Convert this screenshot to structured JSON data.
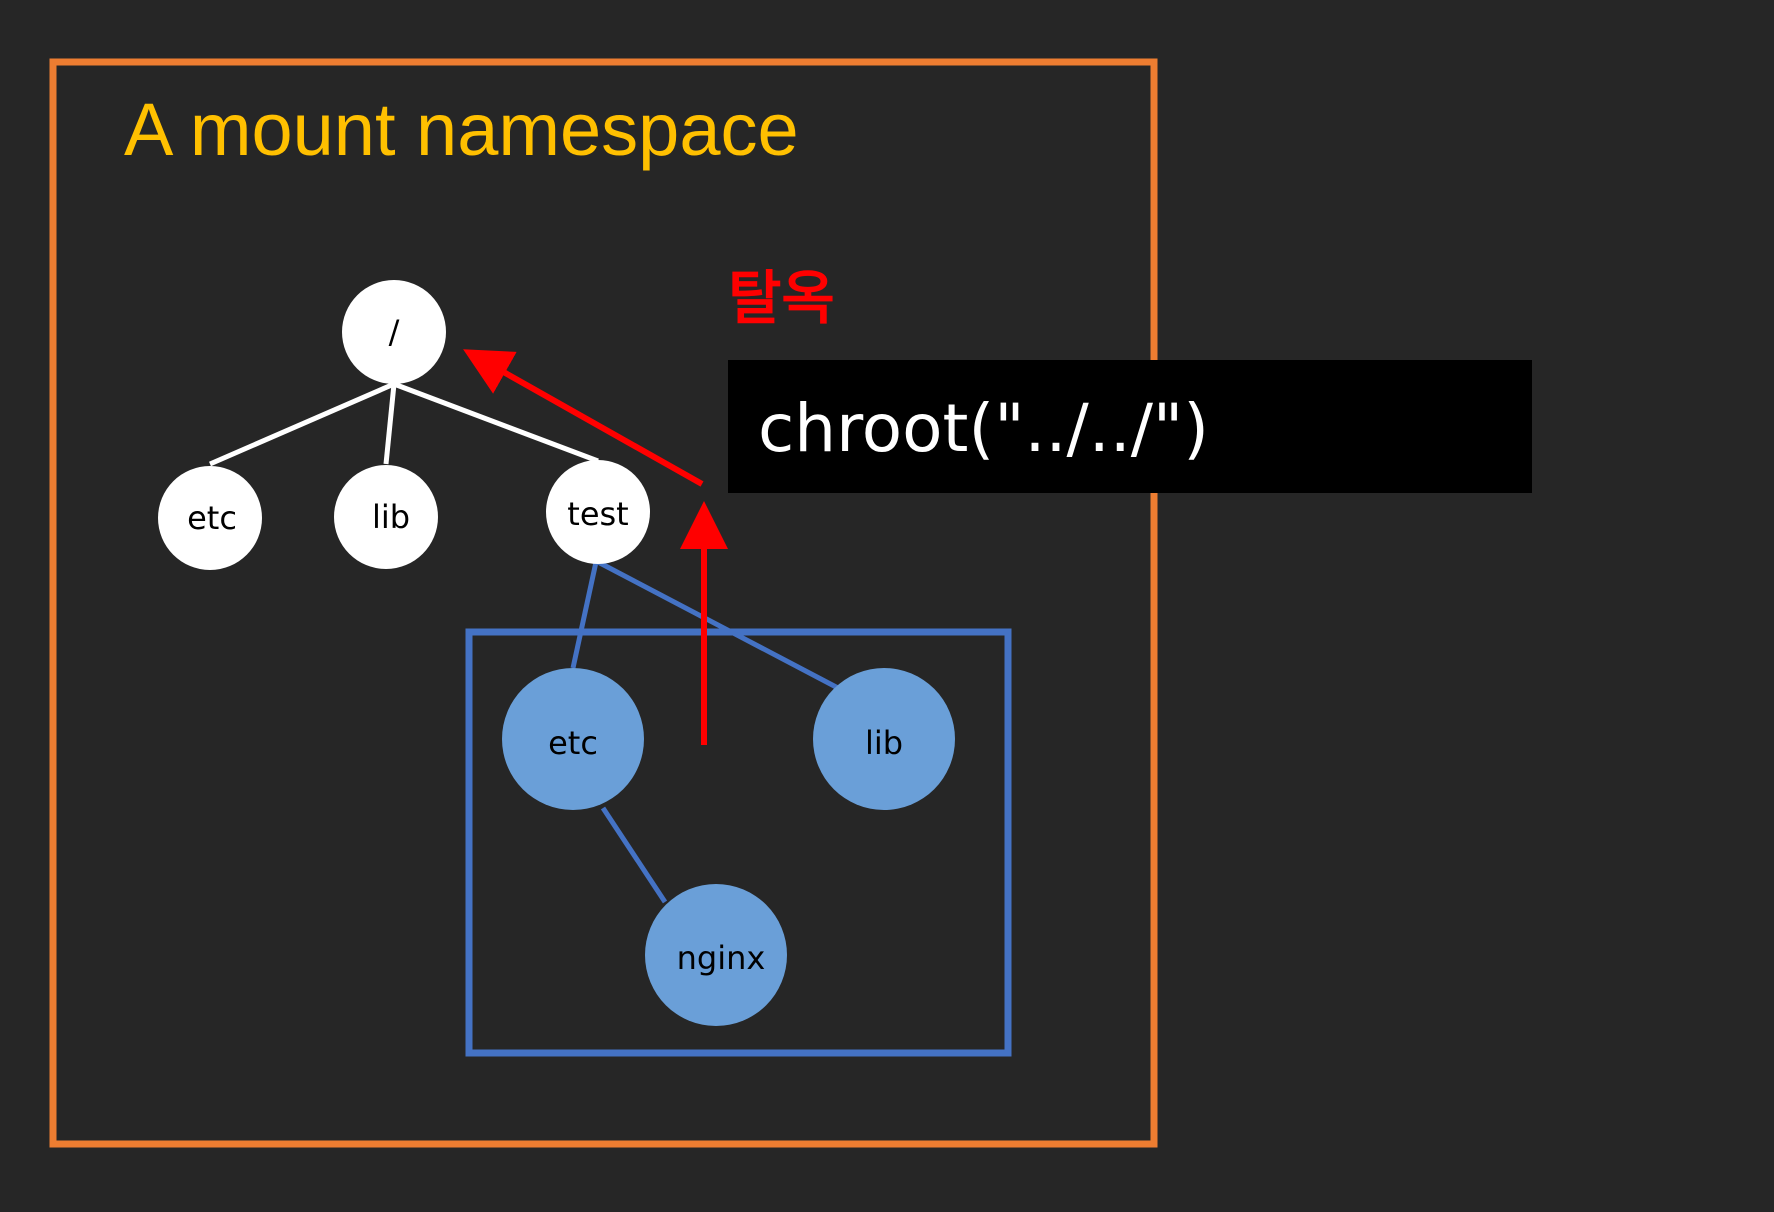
{
  "title": "A mount namespace",
  "escape_label": "탈옥",
  "command": "chroot(\"../../\")",
  "colors": {
    "background": "#262626",
    "namespace_border": "#ed7d31",
    "title": "#ffc000",
    "chroot_box_border": "#4472c4",
    "host_node": "#ffffff",
    "container_node": "#6a9fd8",
    "escape_arrow": "#ff0000",
    "command_box": "#000000"
  },
  "host_tree": {
    "root": "/",
    "children": [
      "etc",
      "lib",
      "test"
    ]
  },
  "container_tree": {
    "children": [
      "etc",
      "lib"
    ],
    "grandchild": "nginx"
  }
}
